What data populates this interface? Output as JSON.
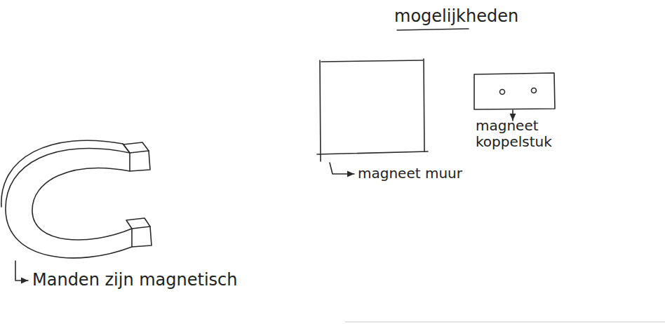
{
  "diagram": {
    "title": "mogelijkheden",
    "labels": [
      "Manden zijn magnetisch",
      "magneet muur",
      "magneet koppelstuk"
    ]
  }
}
